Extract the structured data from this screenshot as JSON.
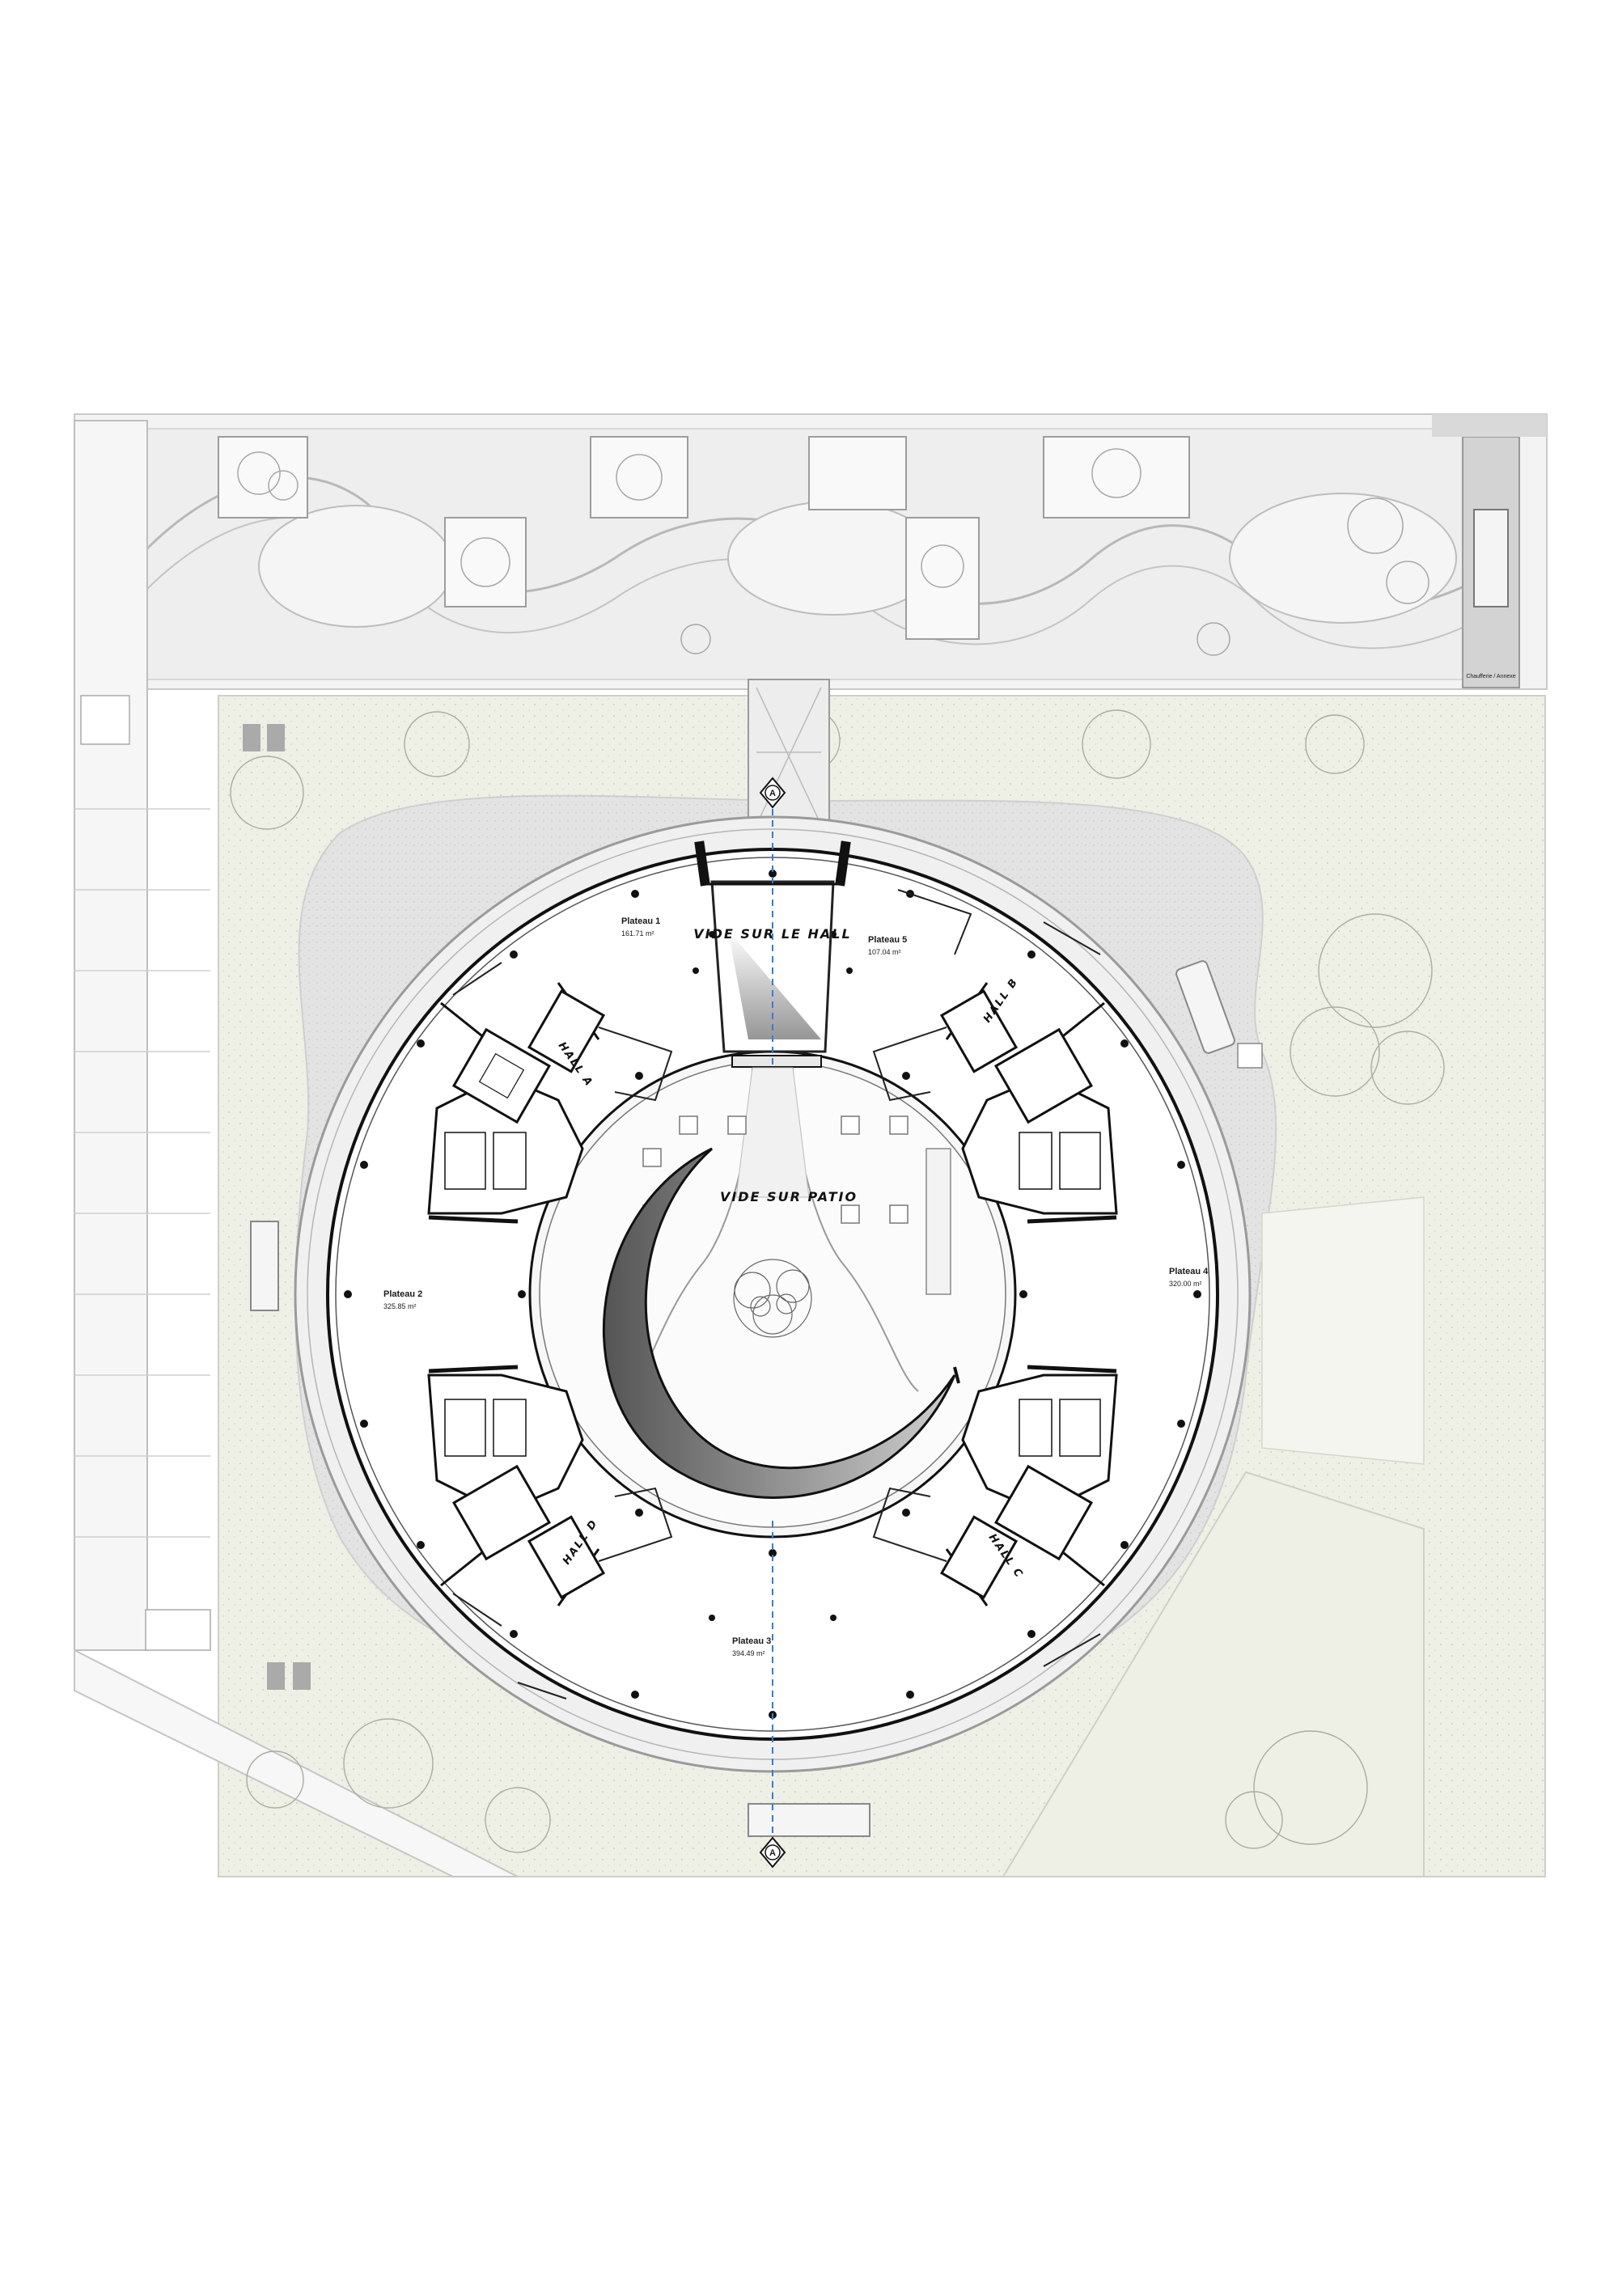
{
  "plan": {
    "void_hall": "VIDE SUR LE HALL",
    "void_patio": "VIDE SUR PATIO",
    "section_marker": "A",
    "plateaus": [
      {
        "name": "Plateau 1",
        "area": "161.71 m²"
      },
      {
        "name": "Plateau 5",
        "area": "107.04 m²"
      },
      {
        "name": "Plateau 2",
        "area": "325.85 m²"
      },
      {
        "name": "Plateau 4",
        "area": "320.00 m²"
      },
      {
        "name": "Plateau 3",
        "area": "394.49 m²"
      }
    ],
    "halls": [
      "HALL A",
      "HALL B",
      "HALL C",
      "HALL D"
    ],
    "site_label": "Chaufferie / Annexe"
  },
  "colors": {
    "landscape": "#eef0e6",
    "paving": "#e6e6e6",
    "building": "#ffffff",
    "wall": "#111111",
    "section_line": "#3a7bd5"
  }
}
